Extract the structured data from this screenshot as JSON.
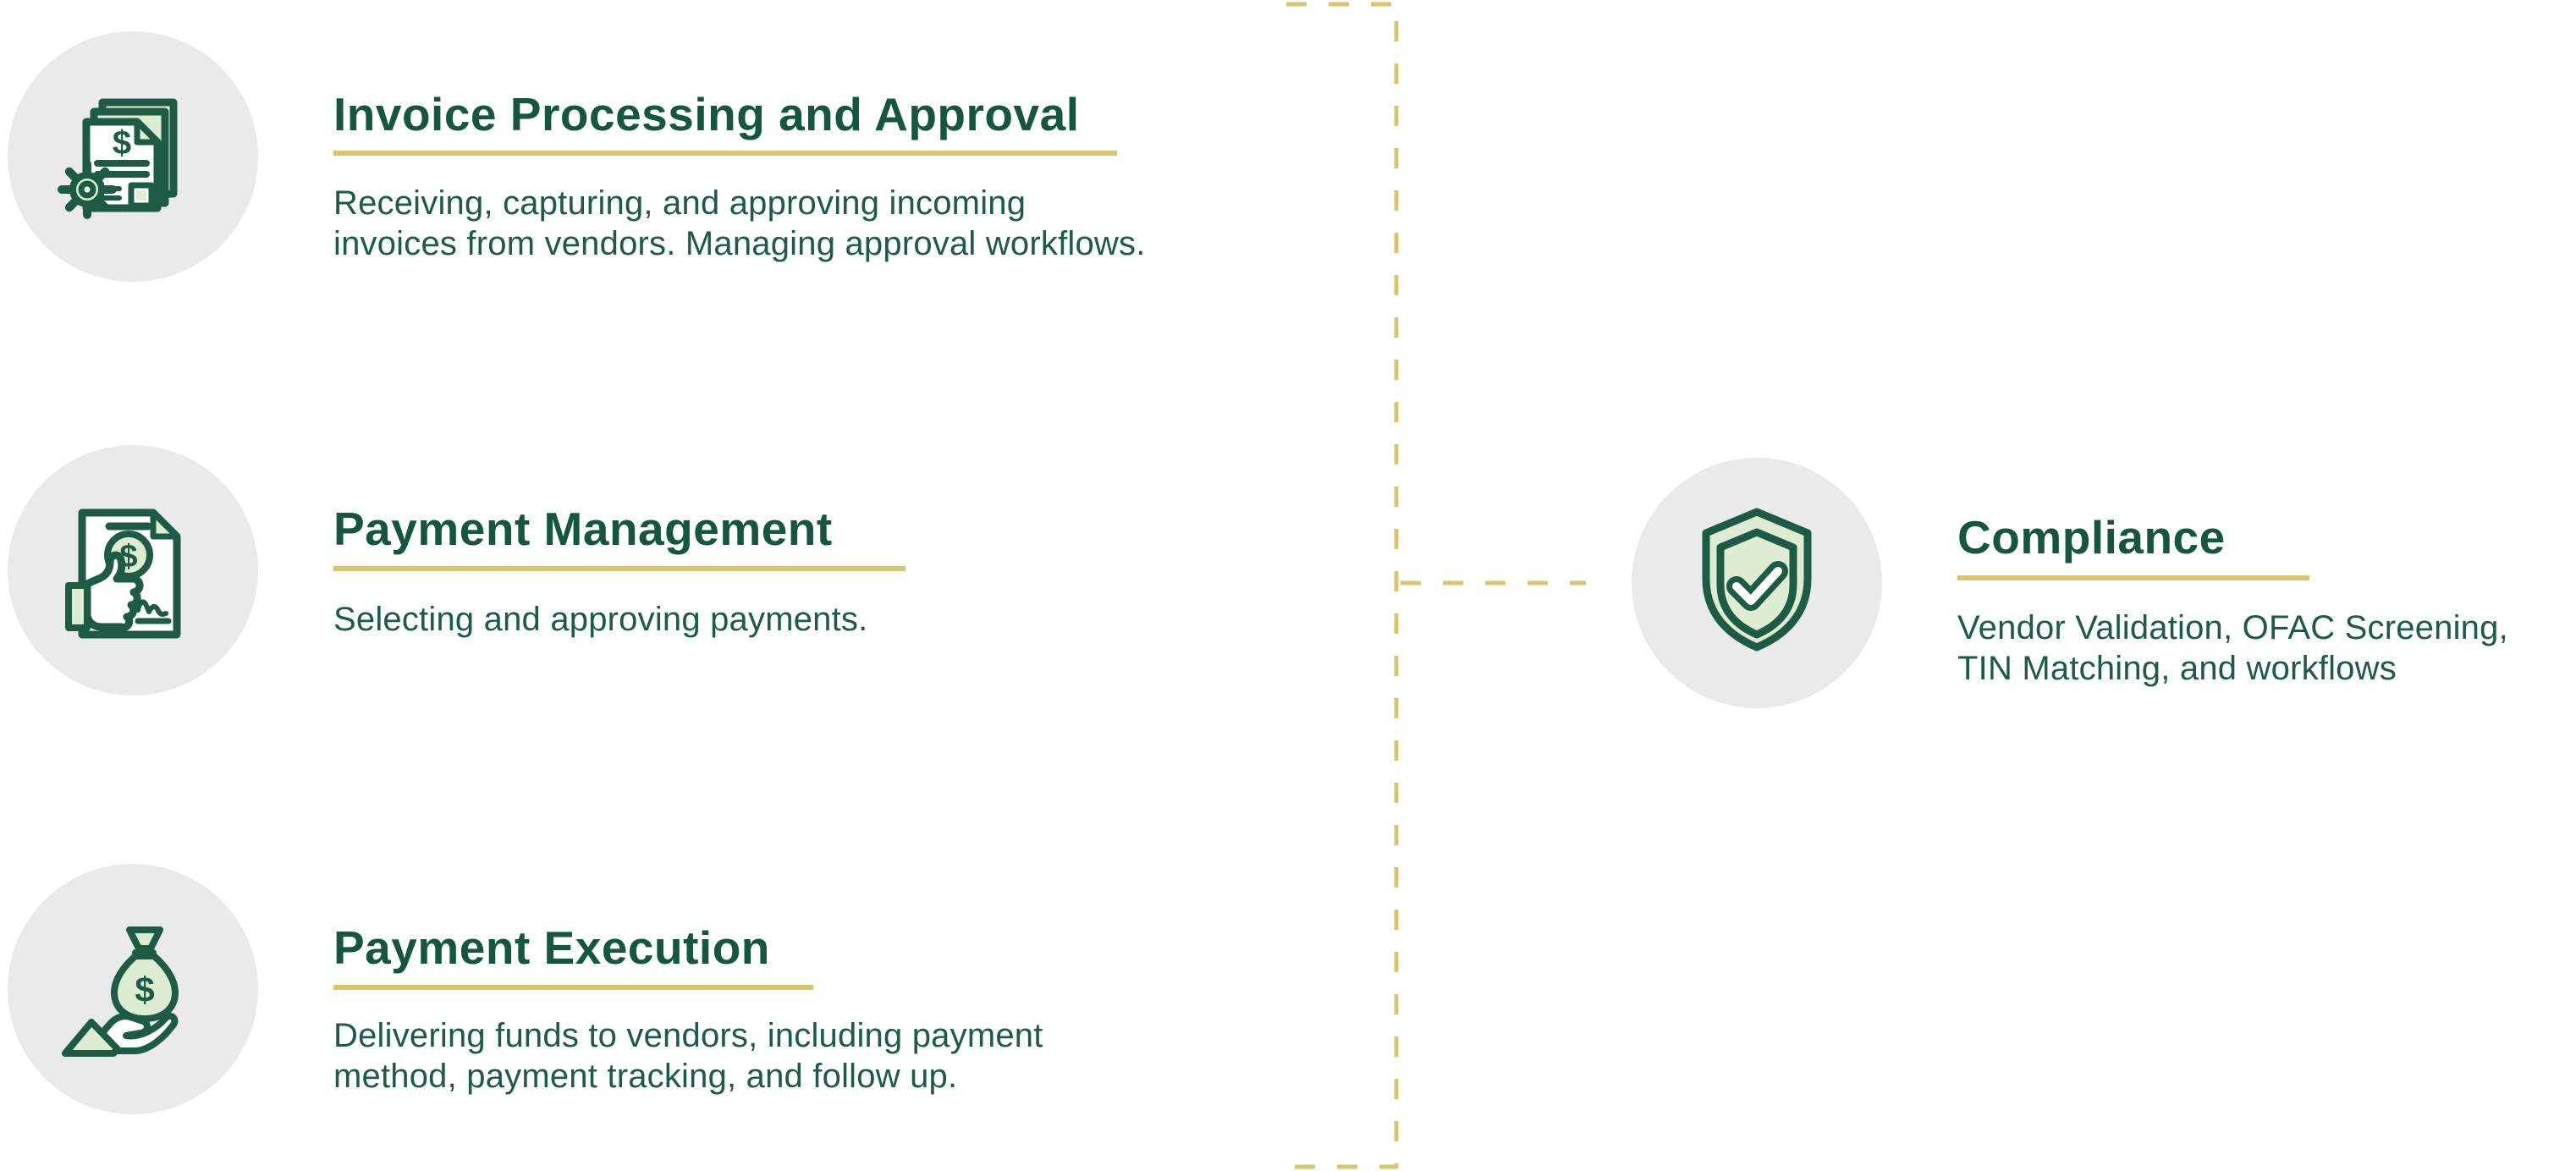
{
  "colors": {
    "dark_green": "#1d5b45",
    "title_green": "#15563f",
    "body_green": "#1d5a49",
    "gold": "#d9c76d",
    "circle_gray": "#eaeaea",
    "pale_green": "#ddecd2",
    "background": "#ffffff"
  },
  "items": [
    {
      "id": "invoice-processing",
      "icon": "invoice-stack-gear-icon",
      "title": "Invoice Processing and Approval",
      "description_lines": [
        "Receiving, capturing, and approving incoming",
        "invoices from vendors. Managing approval workflows."
      ]
    },
    {
      "id": "payment-management",
      "icon": "payment-approval-document-icon",
      "title": "Payment Management",
      "description_lines": [
        "Selecting and approving payments."
      ]
    },
    {
      "id": "payment-execution",
      "icon": "money-bag-in-hand-icon",
      "title": "Payment Execution",
      "description_lines": [
        "Delivering funds to vendors, including payment",
        "method, payment tracking, and follow up."
      ]
    },
    {
      "id": "compliance",
      "icon": "shield-checkmark-icon",
      "title": "Compliance",
      "description_lines": [
        "Vendor Validation, OFAC Screening,",
        "TIN Matching, and workflows"
      ]
    }
  ]
}
